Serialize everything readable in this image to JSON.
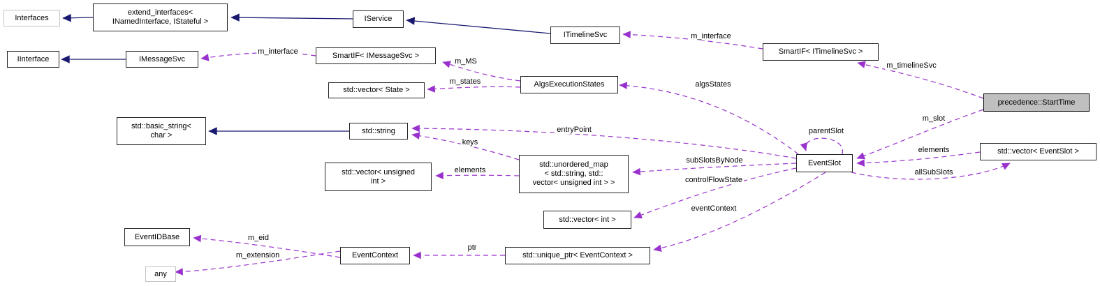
{
  "diagram_type": "doxygen-collaboration-graph",
  "colors": {
    "inheritance_edge": "#191970",
    "usage_edge": "#9932cc",
    "current_node_fill": "#bfbfbf",
    "node_border": "#242424",
    "external_node_border": "#c3c3c3",
    "background": "#ffffff"
  },
  "nodes": {
    "interfaces": {
      "label": "Interfaces"
    },
    "extend_interfaces": {
      "label": "extend_interfaces<\nINamedInterface, IStateful >"
    },
    "iservice": {
      "label": "IService"
    },
    "itimelinesvc": {
      "label": "ITimelineSvc"
    },
    "smartif_itimelinesvc": {
      "label": "SmartIF< ITimelineSvc >"
    },
    "iinterface": {
      "label": "IInterface"
    },
    "imessagesvc": {
      "label": "IMessageSvc"
    },
    "smartif_imessagesvc": {
      "label": "SmartIF< IMessageSvc >"
    },
    "vector_state": {
      "label": "std::vector< State >"
    },
    "algsexecutionstates": {
      "label": "AlgsExecutionStates"
    },
    "starttime": {
      "label": "precedence::StartTime"
    },
    "basic_string": {
      "label": "std::basic_string<\nchar >"
    },
    "string": {
      "label": "std::string"
    },
    "vector_unsigned_int": {
      "label": "std::vector< unsigned\nint >"
    },
    "unordered_map": {
      "label": "std::unordered_map\n< std::string, std::\nvector< unsigned int > >"
    },
    "eventslot": {
      "label": "EventSlot"
    },
    "vector_eventslot": {
      "label": "std::vector< EventSlot >"
    },
    "vector_int": {
      "label": "std::vector< int >"
    },
    "unique_ptr_eventcontext": {
      "label": "std::unique_ptr< EventContext >"
    },
    "eventcontext": {
      "label": "EventContext"
    },
    "eventidbase": {
      "label": "EventIDBase"
    },
    "any": {
      "label": "any"
    }
  },
  "edge_labels": {
    "m_interface_imessagesvc": "m_interface",
    "m_interface_itimelinesvc": "m_interface",
    "m_ms": "m_MS",
    "m_states": "m_states",
    "algs_states": "algsStates",
    "m_timeline_svc": "m_timelineSvc",
    "m_slot": "m_slot",
    "parent_slot": "parentSlot",
    "elements_eventslot": "elements",
    "all_sub_slots": "allSubSlots",
    "entry_point": "entryPoint",
    "keys": "keys",
    "elements_unsigned_int": "elements",
    "sub_slots_by_node": "subSlotsByNode",
    "control_flow_state": "controlFlowState",
    "event_context": "eventContext",
    "ptr": "ptr",
    "m_eid": "m_eid",
    "m_extension": "m_extension"
  },
  "edges": [
    {
      "from": "extend_interfaces",
      "to": "interfaces",
      "type": "inheritance"
    },
    {
      "from": "iservice",
      "to": "extend_interfaces",
      "type": "inheritance"
    },
    {
      "from": "itimelinesvc",
      "to": "iservice",
      "type": "inheritance"
    },
    {
      "from": "imessagesvc",
      "to": "iinterface",
      "type": "inheritance"
    },
    {
      "from": "string",
      "to": "basic_string",
      "type": "inheritance"
    },
    {
      "from": "smartif_imessagesvc",
      "to": "imessagesvc",
      "type": "usage",
      "label": "m_interface"
    },
    {
      "from": "smartif_itimelinesvc",
      "to": "itimelinesvc",
      "type": "usage",
      "label": "m_interface"
    },
    {
      "from": "algsexecutionstates",
      "to": "smartif_imessagesvc",
      "type": "usage",
      "label": "m_MS"
    },
    {
      "from": "algsexecutionstates",
      "to": "vector_state",
      "type": "usage",
      "label": "m_states"
    },
    {
      "from": "eventslot",
      "to": "algsexecutionstates",
      "type": "usage",
      "label": "algsStates"
    },
    {
      "from": "starttime",
      "to": "smartif_itimelinesvc",
      "type": "usage",
      "label": "m_timelineSvc"
    },
    {
      "from": "starttime",
      "to": "eventslot",
      "type": "usage",
      "label": "m_slot"
    },
    {
      "from": "eventslot",
      "to": "eventslot",
      "type": "usage",
      "label": "parentSlot"
    },
    {
      "from": "vector_eventslot",
      "to": "eventslot",
      "type": "usage",
      "label": "elements"
    },
    {
      "from": "eventslot",
      "to": "vector_eventslot",
      "type": "usage",
      "label": "allSubSlots"
    },
    {
      "from": "eventslot",
      "to": "string",
      "type": "usage",
      "label": "entryPoint"
    },
    {
      "from": "unordered_map",
      "to": "string",
      "type": "usage",
      "label": "keys"
    },
    {
      "from": "unordered_map",
      "to": "vector_unsigned_int",
      "type": "usage",
      "label": "elements"
    },
    {
      "from": "eventslot",
      "to": "unordered_map",
      "type": "usage",
      "label": "subSlotsByNode"
    },
    {
      "from": "eventslot",
      "to": "vector_int",
      "type": "usage",
      "label": "controlFlowState"
    },
    {
      "from": "eventslot",
      "to": "unique_ptr_eventcontext",
      "type": "usage",
      "label": "eventContext"
    },
    {
      "from": "unique_ptr_eventcontext",
      "to": "eventcontext",
      "type": "usage",
      "label": "ptr"
    },
    {
      "from": "eventcontext",
      "to": "eventidbase",
      "type": "usage",
      "label": "m_eid"
    },
    {
      "from": "eventcontext",
      "to": "any",
      "type": "usage",
      "label": "m_extension"
    }
  ]
}
